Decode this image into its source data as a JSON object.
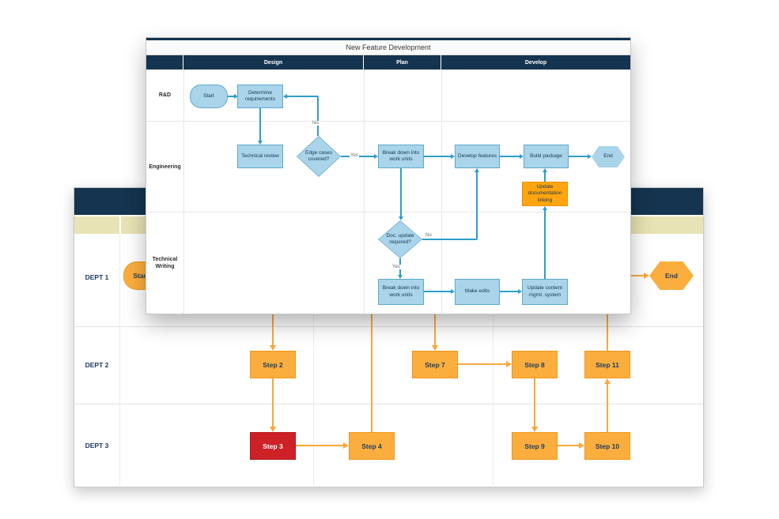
{
  "foreground": {
    "title": "New Feature Development",
    "phases": [
      "Design",
      "Plan",
      "Develop"
    ],
    "lanes": [
      "R&D",
      "Engineering",
      "Technical Writing"
    ],
    "nodes": {
      "start": "Start",
      "determine_requirements": "Determine requirements",
      "technical_review": "Technical review",
      "edge_cases_covered": "Edge cases covered?",
      "break_down_work_units_1": "Break down into work units",
      "develop_features": "Develop features",
      "build_package": "Build package",
      "end": "End",
      "doc_update_required": "Doc. update required?",
      "break_down_work_units_2": "Break down into work units",
      "make_edits": "Make edits",
      "update_content_mgmt": "Update content mgmt. system",
      "update_documentation_linking": "Update documentation linking"
    },
    "edge_labels": {
      "no_edge_cases": "No",
      "yes_edge_cases": "Yes",
      "no_doc_update": "No",
      "yes_doc_update": "Yes"
    }
  },
  "background": {
    "lanes": [
      "DEPT 1",
      "DEPT 2",
      "DEPT 3"
    ],
    "nodes": {
      "start": "Start",
      "step2": "Step 2",
      "step3": "Step 3",
      "step4": "Step 4",
      "step7": "Step 7",
      "step8": "Step 8",
      "step9": "Step 9",
      "step10": "Step 10",
      "step11": "Step 11",
      "end": "End"
    }
  },
  "colors": {
    "navy_header": "#14344F",
    "tan_band": "#E8E3B4",
    "blue_shape_fill": "#A9D4EA",
    "blue_shape_border": "#5FA8CE",
    "blue_connector": "#2E9EC9",
    "orange_shape_fill": "#FBAE3D",
    "orange_connector": "#F9A93C",
    "highlight_orange_fill": "#FFA50F",
    "red_shape_fill": "#CE2127",
    "navy_text": "#1F3B63"
  }
}
